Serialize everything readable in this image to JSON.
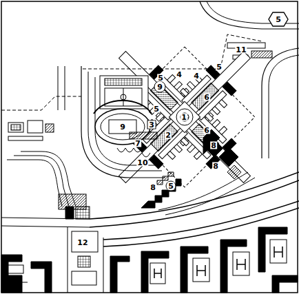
{
  "diagram": {
    "labels": [
      "5",
      "11",
      "5",
      "5",
      "4",
      "4",
      "9",
      "6",
      "5",
      "3",
      "1",
      "2",
      "7",
      "6",
      "8",
      "8",
      "5",
      "8",
      "9",
      "10",
      "12"
    ]
  }
}
